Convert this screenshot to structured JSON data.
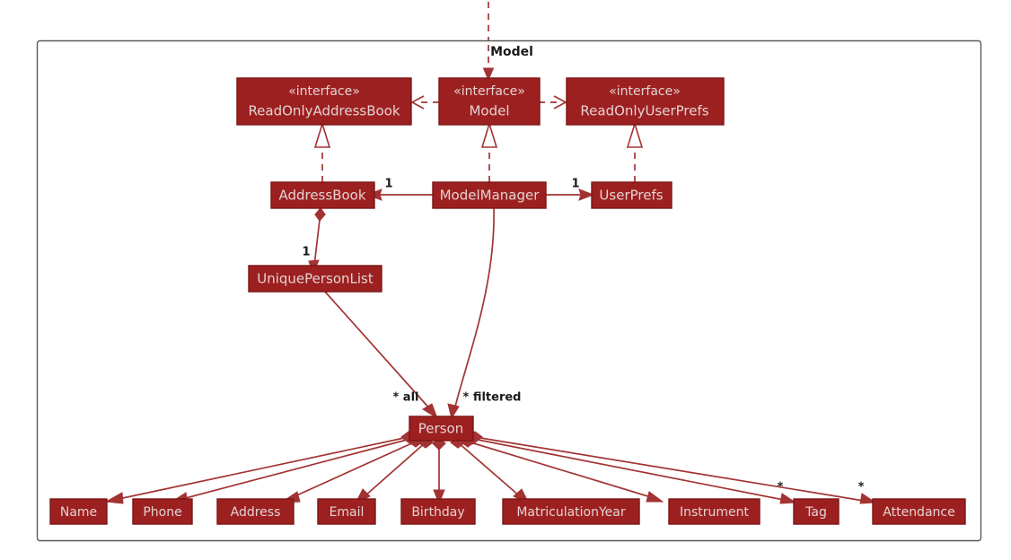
{
  "diagram": {
    "kind": "uml-class-diagram",
    "package_title": "Model",
    "colors": {
      "node_fill": "#9D2020",
      "node_border": "#7A1616",
      "node_text": "#E3D3D3",
      "edge": "#A33333",
      "frame": "#595959",
      "background": "#FFFFFF",
      "label_text": "#1A1A1A"
    },
    "interfaces": [
      {
        "id": "readonlyaddressbook",
        "stereotype": "«interface»",
        "name": "ReadOnlyAddressBook"
      },
      {
        "id": "model",
        "stereotype": "«interface»",
        "name": "Model"
      },
      {
        "id": "readonlyuserprefs",
        "stereotype": "«interface»",
        "name": "ReadOnlyUserPrefs"
      }
    ],
    "classes": [
      {
        "id": "addressbook",
        "name": "AddressBook"
      },
      {
        "id": "modelmanager",
        "name": "ModelManager"
      },
      {
        "id": "userprefs",
        "name": "UserPrefs"
      },
      {
        "id": "uniquepersonlist",
        "name": "UniquePersonList"
      },
      {
        "id": "person",
        "name": "Person"
      }
    ],
    "attribute_classes": [
      {
        "id": "name",
        "name": "Name"
      },
      {
        "id": "phone",
        "name": "Phone"
      },
      {
        "id": "address",
        "name": "Address"
      },
      {
        "id": "email",
        "name": "Email"
      },
      {
        "id": "birthday",
        "name": "Birthday"
      },
      {
        "id": "matriculationyear",
        "name": "MatriculationYear"
      },
      {
        "id": "instrument",
        "name": "Instrument"
      },
      {
        "id": "tag",
        "name": "Tag"
      },
      {
        "id": "attendance",
        "name": "Attendance"
      }
    ],
    "multiplicities": {
      "addressbook_from_modelmanager": "1",
      "userprefs_from_modelmanager": "1",
      "uniquepersonlist_from_addressbook": "1",
      "person_all": "* all",
      "person_filtered": "* filtered",
      "tag_star": "*",
      "attendance_star": "*"
    }
  }
}
